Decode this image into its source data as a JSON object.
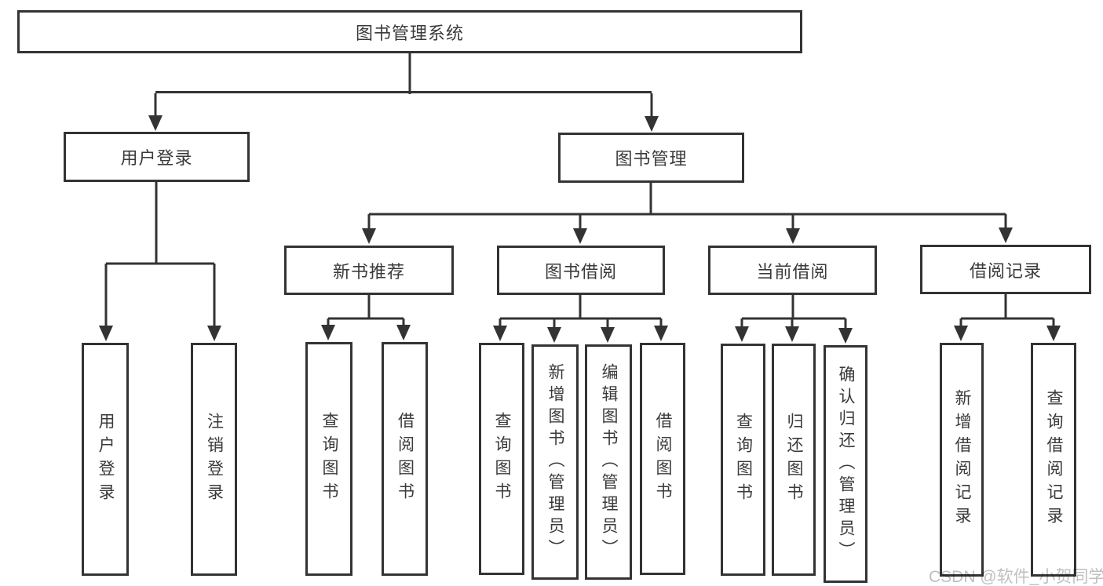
{
  "diagram": {
    "root": "图书管理系统",
    "level2": {
      "user_login": "用户登录",
      "book_mgmt": "图书管理"
    },
    "level3": {
      "new_books": "新书推荐",
      "book_borrow": "图书借阅",
      "current_borrow": "当前借阅",
      "borrow_records": "借阅记录"
    },
    "leaves": {
      "user_login": [
        "用户登录",
        "注销登录"
      ],
      "new_books": [
        "查询图书",
        "借阅图书"
      ],
      "book_borrow": [
        "查询图书",
        "新增图书（管理员）",
        "编辑图书（管理员）",
        "借阅图书"
      ],
      "current_borrow": [
        "查询图书",
        "归还图书",
        "确认归还（管理员）"
      ],
      "borrow_records": [
        "新增借阅记录",
        "查询借阅记录"
      ]
    }
  },
  "watermark": "CSDN @软件_小贺同学",
  "colors": {
    "line": "#333333",
    "box_border": "#333333",
    "text": "#3a3a3a",
    "background": "#ffffff",
    "watermark": "#bfbfbf"
  }
}
